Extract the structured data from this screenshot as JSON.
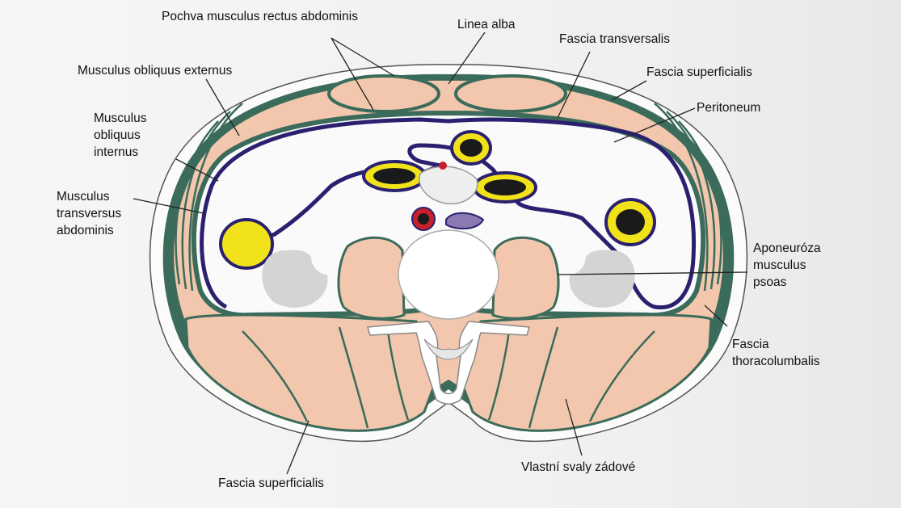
{
  "labels": {
    "pochva": "Pochva musculus rectus abdominis",
    "linea_alba": "Linea alba",
    "fascia_transversalis": "Fascia transversalis",
    "obliquus_externus": "Musculus obliquus externus",
    "fascia_superficialis_top": "Fascia superficialis",
    "peritoneum": "Peritoneum",
    "obliquus_internus": [
      "Musculus",
      "obliquus",
      "internus"
    ],
    "transversus": [
      "Musculus",
      "transversus",
      "abdominis"
    ],
    "psoas": [
      "Aponeuróza",
      "musculus",
      "psoas"
    ],
    "thoracolumbalis": [
      "Fascia",
      "thoracolumbalis"
    ],
    "fascia_superficialis_bottom": "Fascia superficialis",
    "vlastni_svaly": "Vlastní svaly zádové"
  },
  "colors": {
    "fascia": "#3b6b5a",
    "muscle": "#f2c7ad",
    "peritoneum": "#2b2070",
    "intestine": "#f2e21a",
    "bone": "#ffffff",
    "kidney": "#d4d4d4",
    "aorta": "#c8202a",
    "vena_cava": "#8a7ab0"
  }
}
